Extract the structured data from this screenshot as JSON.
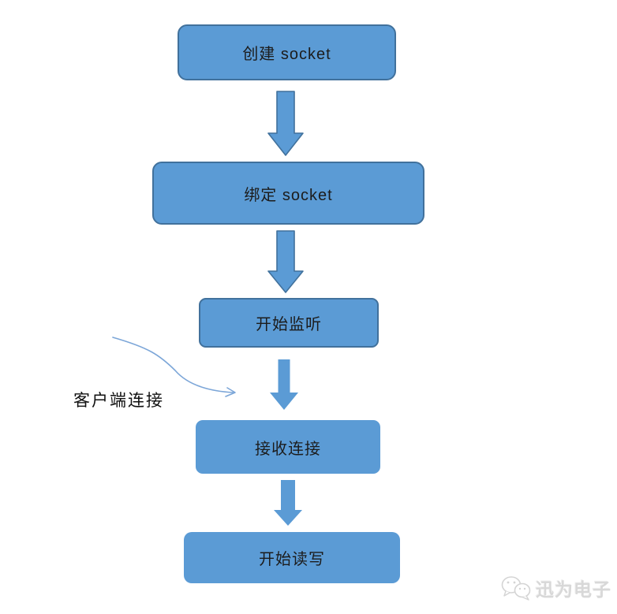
{
  "flowchart": {
    "steps": [
      {
        "id": "create-socket",
        "label": "创建 socket"
      },
      {
        "id": "bind-socket",
        "label": "绑定 socket"
      },
      {
        "id": "start-listen",
        "label": "开始监听"
      },
      {
        "id": "accept-conn",
        "label": "接收连接"
      },
      {
        "id": "read-write",
        "label": "开始读写"
      }
    ],
    "annotation": {
      "label": "客户端连接"
    }
  },
  "watermark": {
    "label": "迅为电子"
  },
  "colors": {
    "shape_fill": "#5b9bd5",
    "shape_border": "#41719c",
    "connector_curve": "#7ca6d8",
    "box_text": "#1c1c1c",
    "annotation_text": "#101010",
    "watermark_gray": "#d8d8d8",
    "background": "#ffffff"
  },
  "icons": {
    "block_down_arrow": "solid downward block arrow",
    "curved_annotation_arrow": "thin s-curved arrow pointing right",
    "watermark_icon": "wechat chat bubbles"
  }
}
